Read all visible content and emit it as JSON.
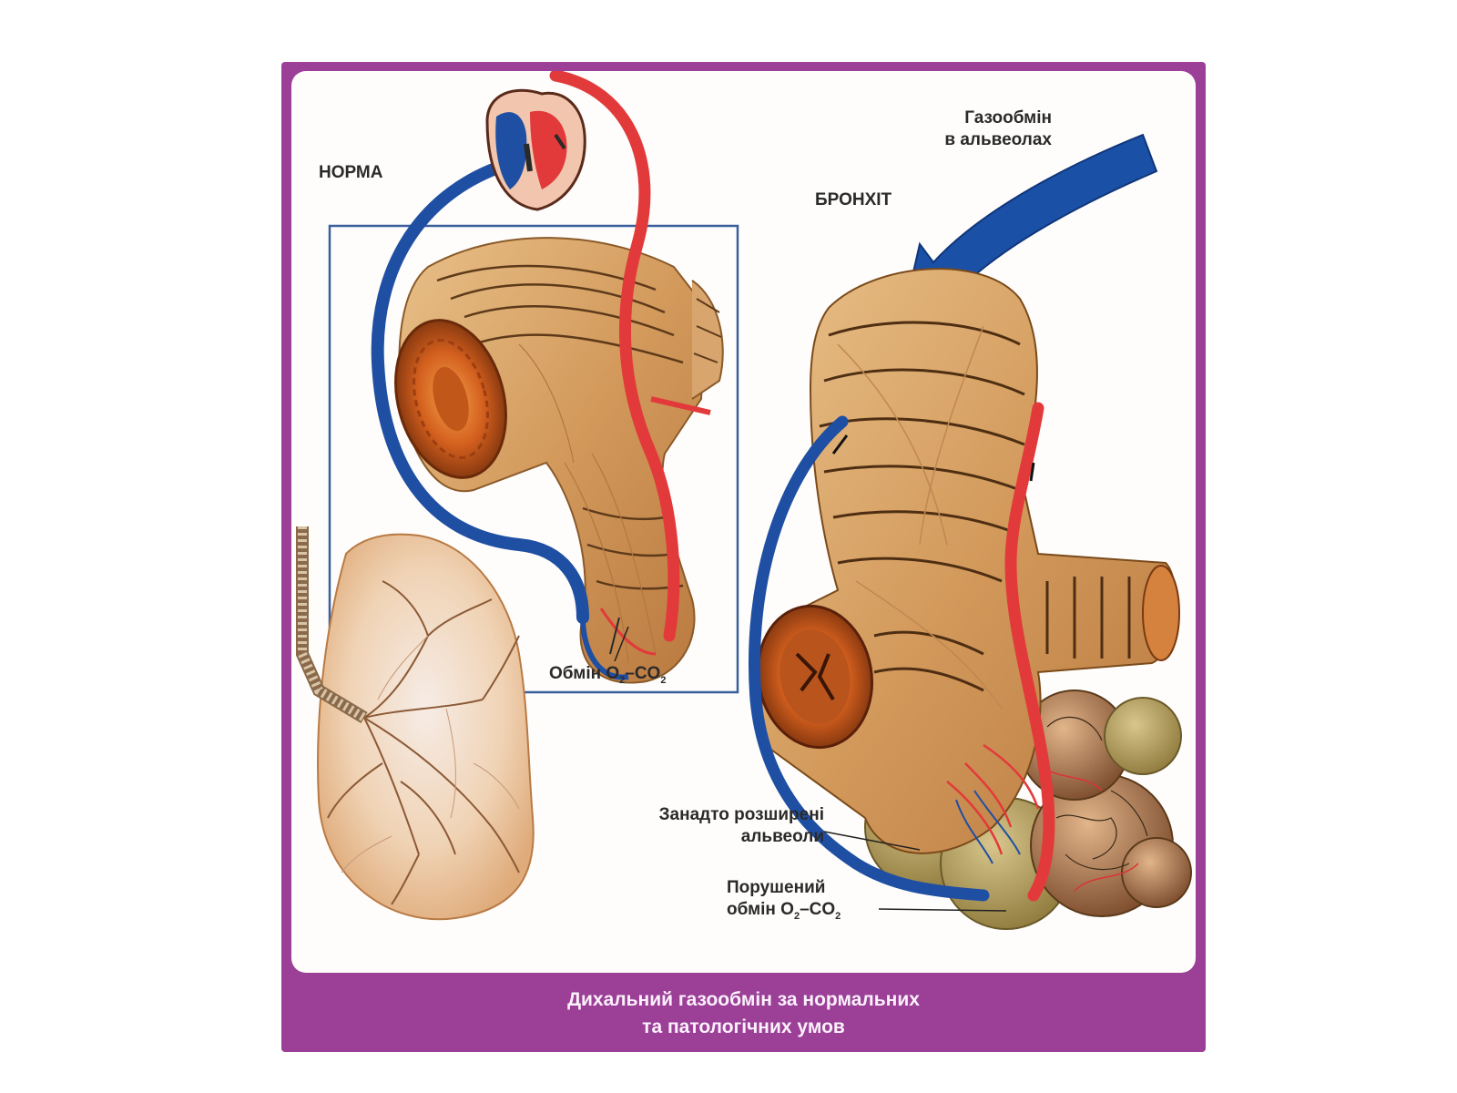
{
  "labels": {
    "norm": "НОРМА",
    "bronchitis": "БРОНХІТ",
    "gas_exchange_line1": "Газообмін",
    "gas_exchange_line2": "в альвеолах",
    "exchange_prefix": "Обмін O",
    "exchange_sub1": "2",
    "exchange_mid": "–CO",
    "exchange_sub2": "2",
    "enlarged_line1": "Занадто розширені",
    "enlarged_line2": "альвеоли",
    "disturbed_line1": "Порушений",
    "disturbed_prefix": "обмін O",
    "disturbed_sub1": "2",
    "disturbed_mid": "–CO",
    "disturbed_sub2": "2"
  },
  "caption": {
    "line1": "Дихальний газообмін за нормальних",
    "line2": "та патологічних умов"
  },
  "colors": {
    "frame": "#9b3f97",
    "vein_blue": "#1f4fa3",
    "artery_red": "#e23a3a",
    "bronchus_tan": "#d9a46a",
    "lung_fill": "#f2d7bd",
    "alveoli_olive": "#b59a5a"
  }
}
